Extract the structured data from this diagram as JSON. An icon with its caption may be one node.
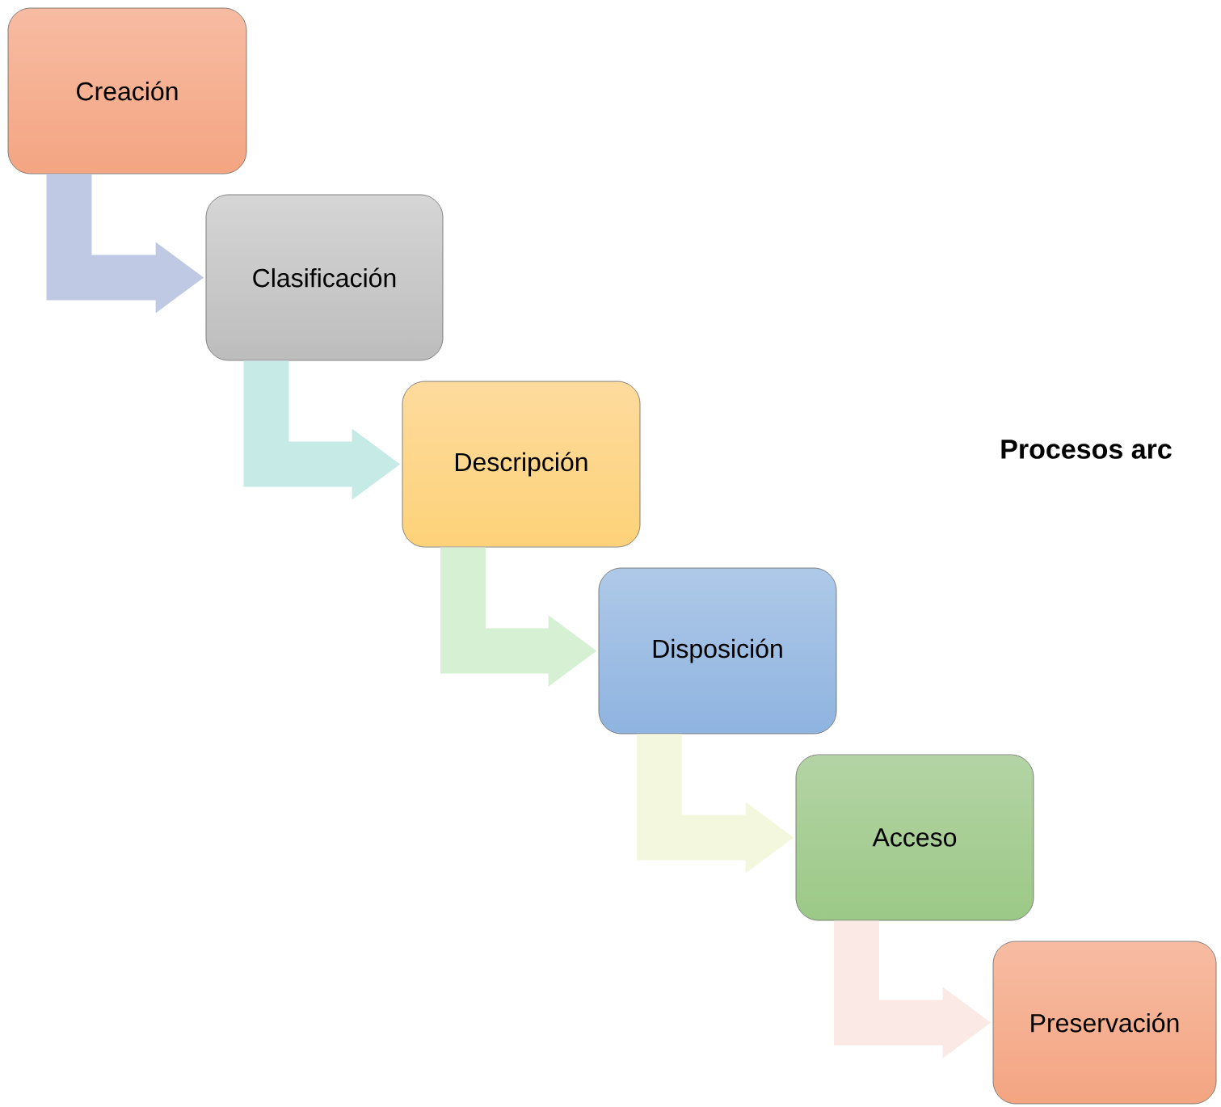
{
  "diagram": {
    "title": "Procesos arc",
    "nodes": [
      {
        "text": [
          "Creación"
        ]
      },
      {
        "text": [
          "Clasificación"
        ]
      },
      {
        "text": [
          "Descripción"
        ]
      },
      {
        "text": [
          "Disposición"
        ]
      },
      {
        "text": [
          "Acceso"
        ]
      },
      {
        "text": [
          "Preservación"
        ]
      }
    ],
    "edges": [
      {
        "from": 0,
        "to": 1,
        "arrow": "to",
        "color": "#c0c9e4"
      },
      {
        "from": 1,
        "to": 2,
        "arrow": "to",
        "color": "#c6ebe6"
      },
      {
        "from": 2,
        "to": 3,
        "arrow": "to",
        "color": "#d5f0d2"
      },
      {
        "from": 3,
        "to": 4,
        "arrow": "to",
        "color": "#f3f7dd"
      },
      {
        "from": 4,
        "to": 5,
        "arrow": "to",
        "color": "#fae9e4"
      }
    ]
  }
}
